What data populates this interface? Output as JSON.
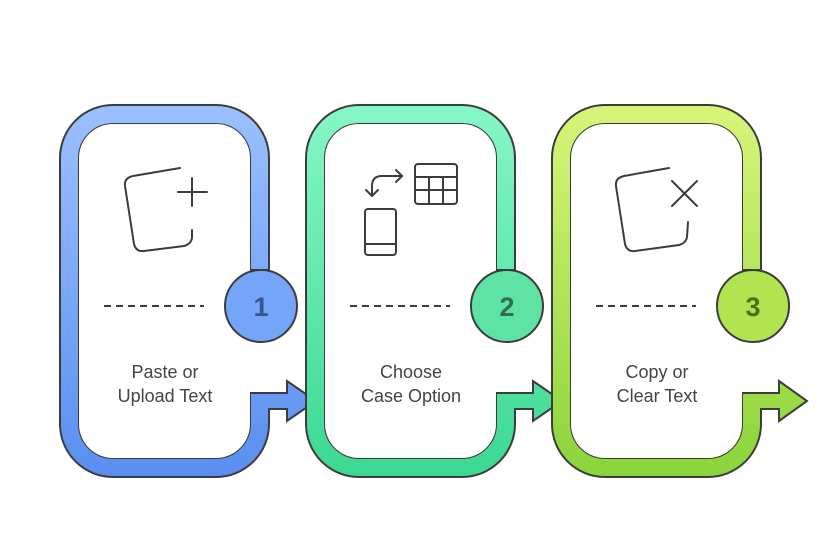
{
  "steps": [
    {
      "number": "1",
      "label_lines": [
        "Paste or",
        "Upload Text"
      ],
      "icon": "paste-add-icon",
      "colors": {
        "light": "#9bc0ff",
        "dark": "#5a8ff0",
        "badge": "#74a5f8",
        "badge_text": "#34568f"
      }
    },
    {
      "number": "2",
      "label_lines": [
        "Choose",
        "Case Option"
      ],
      "icon": "case-options-icon",
      "colors": {
        "light": "#86f7c6",
        "dark": "#3cd892",
        "badge": "#5ee3a4",
        "badge_text": "#2f6e4f"
      }
    },
    {
      "number": "3",
      "label_lines": [
        "Copy or",
        "Clear Text"
      ],
      "icon": "copy-clear-icon",
      "colors": {
        "light": "#d8f57a",
        "dark": "#8ad43a",
        "badge": "#b2e452",
        "badge_text": "#4b6e1c"
      }
    }
  ],
  "colors": {
    "outline": "#3c3c3c",
    "card_fill": "#ffffff",
    "label": "#444444"
  }
}
